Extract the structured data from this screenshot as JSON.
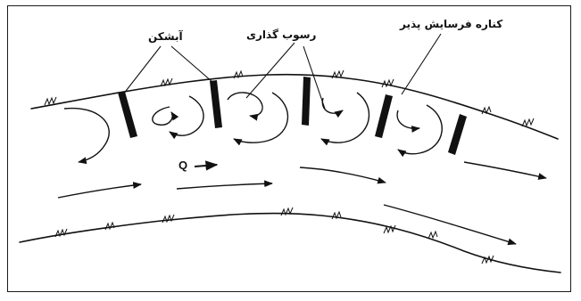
{
  "labels": {
    "groyne": "آبشکن",
    "sedimentation": "رسوب گذاری",
    "erodible_bank": "کناره فرسایش پذیر",
    "discharge": "Q"
  }
}
